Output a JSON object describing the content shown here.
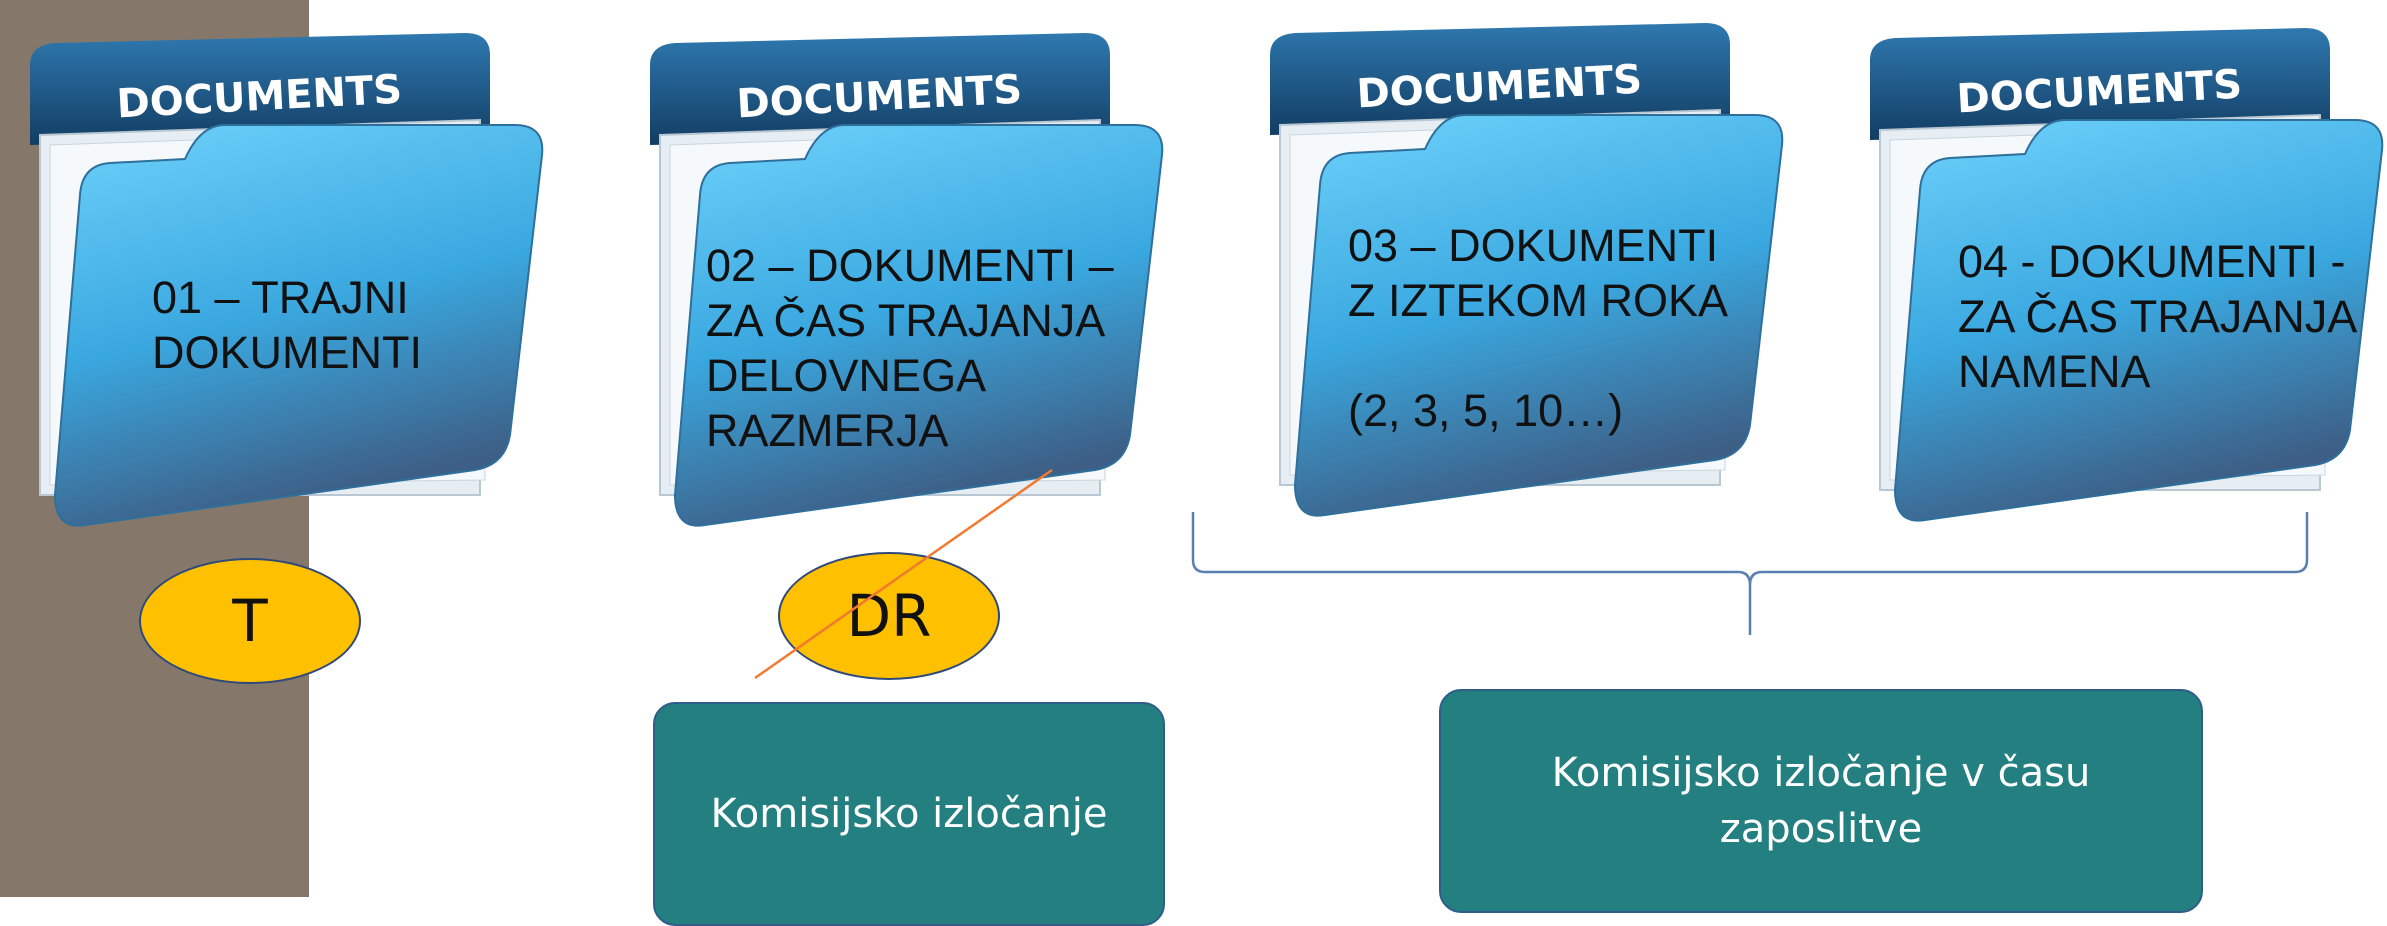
{
  "colors": {
    "left_strip": "#85786a",
    "folder_tab": "#1e5b8c",
    "folder_body": "#4fb8ec",
    "badge": "#ffc000",
    "box": "#237f80",
    "strike_line": "#f07a30",
    "brace": "#5b7fb0"
  },
  "folders": [
    {
      "tab": "DOCUMENTS",
      "label": "01 – TRAJNI\nDOKUMENTI"
    },
    {
      "tab": "DOCUMENTS",
      "label": "02 – DOKUMENTI –\nZA ČAS TRAJANJA\nDELOVNEGA\nRAZMERJA"
    },
    {
      "tab": "DOCUMENTS",
      "label": "03 – DOKUMENTI\nZ IZTEKOM ROKA\n\n(2, 3, 5, 10…)"
    },
    {
      "tab": "DOCUMENTS",
      "label": "04 - DOKUMENTI -\nZA ČAS TRAJANJA\nNAMENA"
    }
  ],
  "badges": [
    {
      "text": "T"
    },
    {
      "text": "DR"
    }
  ],
  "boxes": [
    {
      "text": "Komisijsko izločanje"
    },
    {
      "text": "Komisijsko izločanje v času zaposlitve"
    }
  ]
}
